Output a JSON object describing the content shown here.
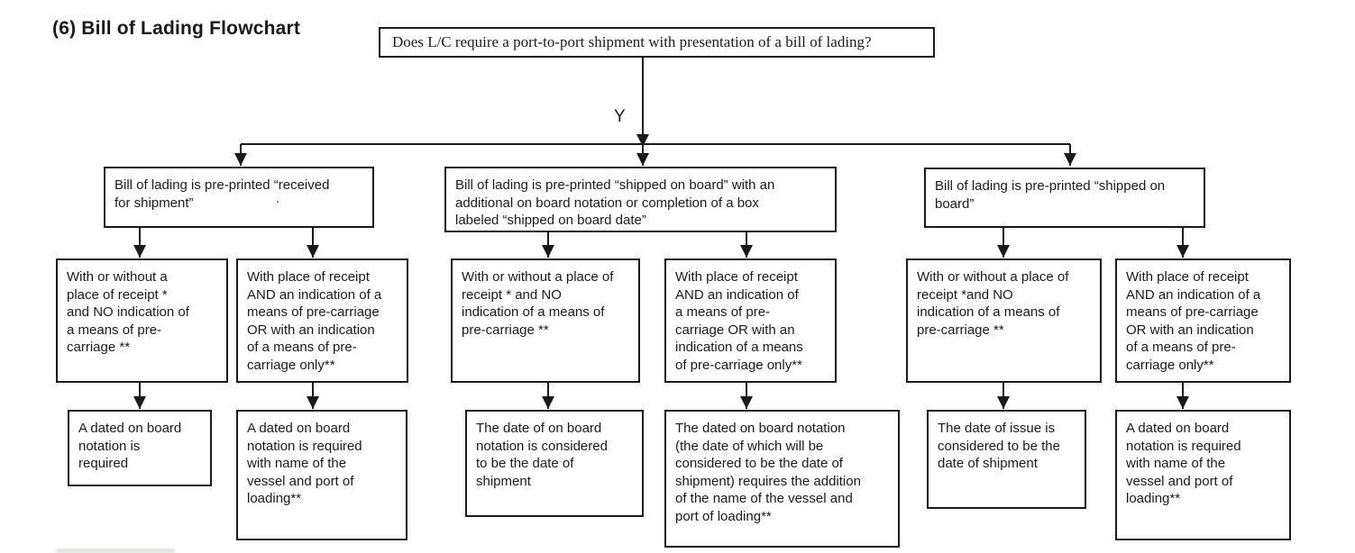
{
  "title": "(6) Bill of Lading Flowchart",
  "root": {
    "question": "Does L/C require a port-to-port shipment with presentation of a bill of lading?"
  },
  "branch_label": "Y",
  "level2_boxes": [
    {
      "text": "Bill of lading is pre-printed “received\nfor shipment”"
    },
    {
      "text": "Bill of lading is pre-printed “shipped on board” with an\nadditional on board notation or completion of a box\nlabeled “shipped on board date”"
    },
    {
      "text": "Bill of lading is pre-printed “shipped on\nboard”"
    }
  ],
  "level3_boxes": [
    {
      "text": "With or without a\nplace of receipt *\nand NO indication of\na means of pre-\ncarriage **"
    },
    {
      "text": "With place of receipt\nAND an indication of a\nmeans of pre-carriage\nOR with an indication\nof a means of pre-\ncarriage only**"
    },
    {
      "text": "With or without a place of\nreceipt * and NO\nindication of a means of\npre-carriage **"
    },
    {
      "text": "With place of receipt\nAND an indication of\na means of pre-\ncarriage OR with an\nindication of a means\nof pre-carriage only**"
    },
    {
      "text": "With or without a place of\nreceipt *and NO\nindication of a means of\npre-carriage **"
    },
    {
      "text": "With place of receipt\nAND an indication of a\nmeans of pre-carriage\nOR with an indication\nof a means of pre-\ncarriage only**"
    }
  ],
  "level4_boxes": [
    {
      "text": "A dated on board\nnotation is\nrequired"
    },
    {
      "text": "A dated on board\nnotation is required\nwith name of the\nvessel and port of\nloading**"
    },
    {
      "text": "The date of on board\nnotation is considered\nto be the date of\nshipment"
    },
    {
      "text": "The dated on board notation\n(the date of which will be\nconsidered to be the date of\nshipment) requires the addition\nof the name of the vessel and\nport of loading**"
    },
    {
      "text": "The date of issue is\nconsidered to be the\ndate of shipment"
    },
    {
      "text": "A dated on board\nnotation is required\nwith name of the\nvessel and port of\nloading**"
    }
  ],
  "artifacts": {
    "stray_dot": "."
  },
  "colors": {
    "line": "#1a1a1a",
    "box_border": "#1a1a1a",
    "text": "#1a1a1a",
    "background": "#ffffff"
  }
}
